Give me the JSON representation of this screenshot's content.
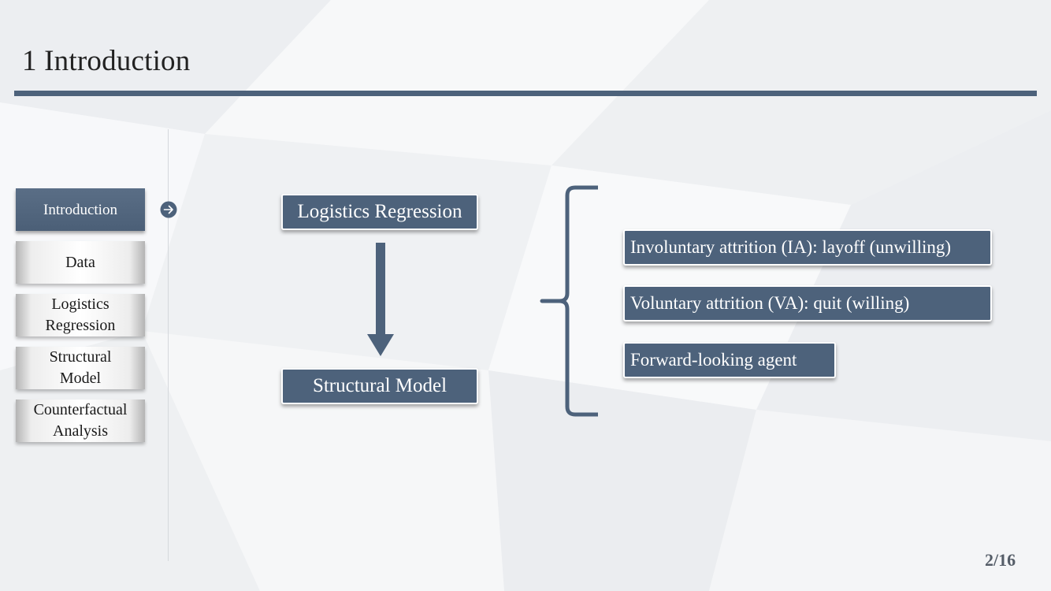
{
  "slide": {
    "title": "1 Introduction",
    "page_number": "2/16"
  },
  "sidebar": {
    "items": [
      {
        "label": "Introduction",
        "active": true
      },
      {
        "label": "Data",
        "active": false
      },
      {
        "label": "Logistics\nRegression",
        "active": false
      },
      {
        "label": "Structural\nModel",
        "active": false
      },
      {
        "label": "Counterfactual\nAnalysis",
        "active": false
      }
    ]
  },
  "diagram": {
    "top_box": "Logistics Regression",
    "bottom_box": "Structural Model",
    "bullets": [
      "Involuntary attrition (IA): layoff (unwilling)",
      "Voluntary attrition (VA): quit (willing)",
      "Forward-looking agent"
    ]
  },
  "colors": {
    "accent": "#4d627b",
    "rule": "#4d627b",
    "page_number": "#555d68"
  },
  "icons": {
    "current_section": "circle-arrow-right-icon"
  }
}
